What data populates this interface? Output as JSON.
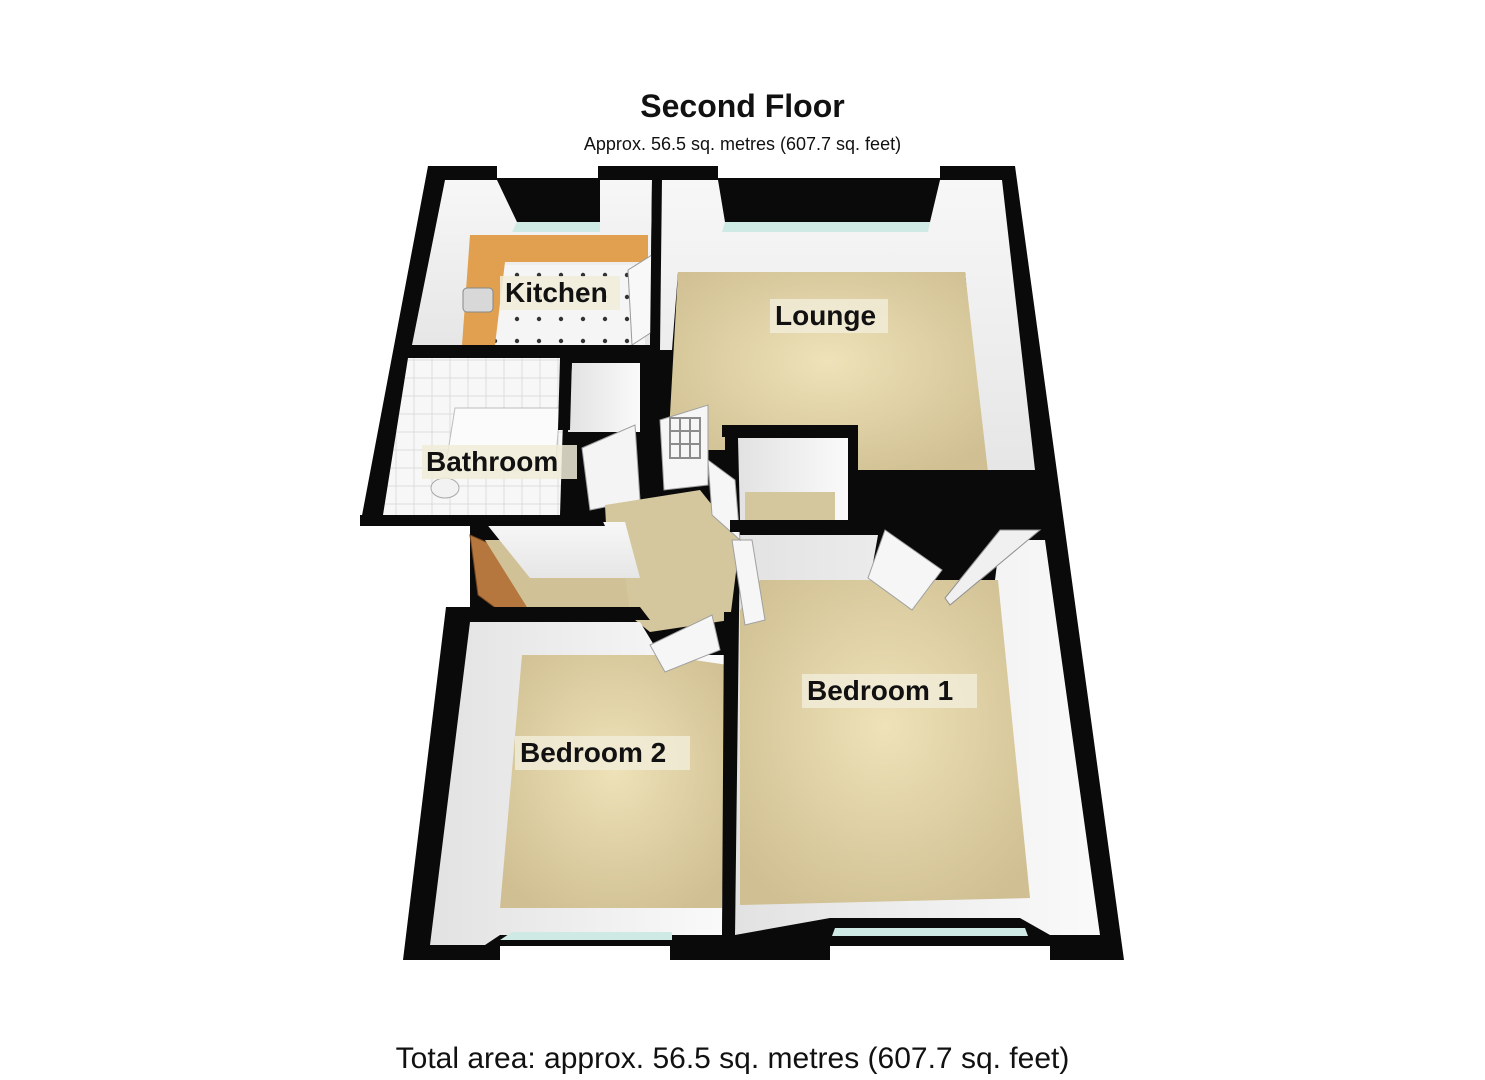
{
  "header": {
    "title": "Second Floor",
    "subtitle": "Approx.  56.5 sq. metres (607.7 sq. feet)"
  },
  "rooms": [
    {
      "id": "kitchen",
      "label": "Kitchen"
    },
    {
      "id": "lounge",
      "label": "Lounge"
    },
    {
      "id": "bathroom",
      "label": "Bathroom"
    },
    {
      "id": "bedroom-1",
      "label": "Bedroom 1"
    },
    {
      "id": "bedroom-2",
      "label": "Bedroom 2"
    }
  ],
  "footer": {
    "total_area": "Total area: approx.  56.5 sq. metres (607.7 sq. feet)"
  },
  "colors": {
    "wall": "#0a0a0a",
    "carpet": "#d9caa0",
    "wall_face": "#f4f4f4",
    "worktop": "#e0a050",
    "window": "#cfe9e4"
  }
}
